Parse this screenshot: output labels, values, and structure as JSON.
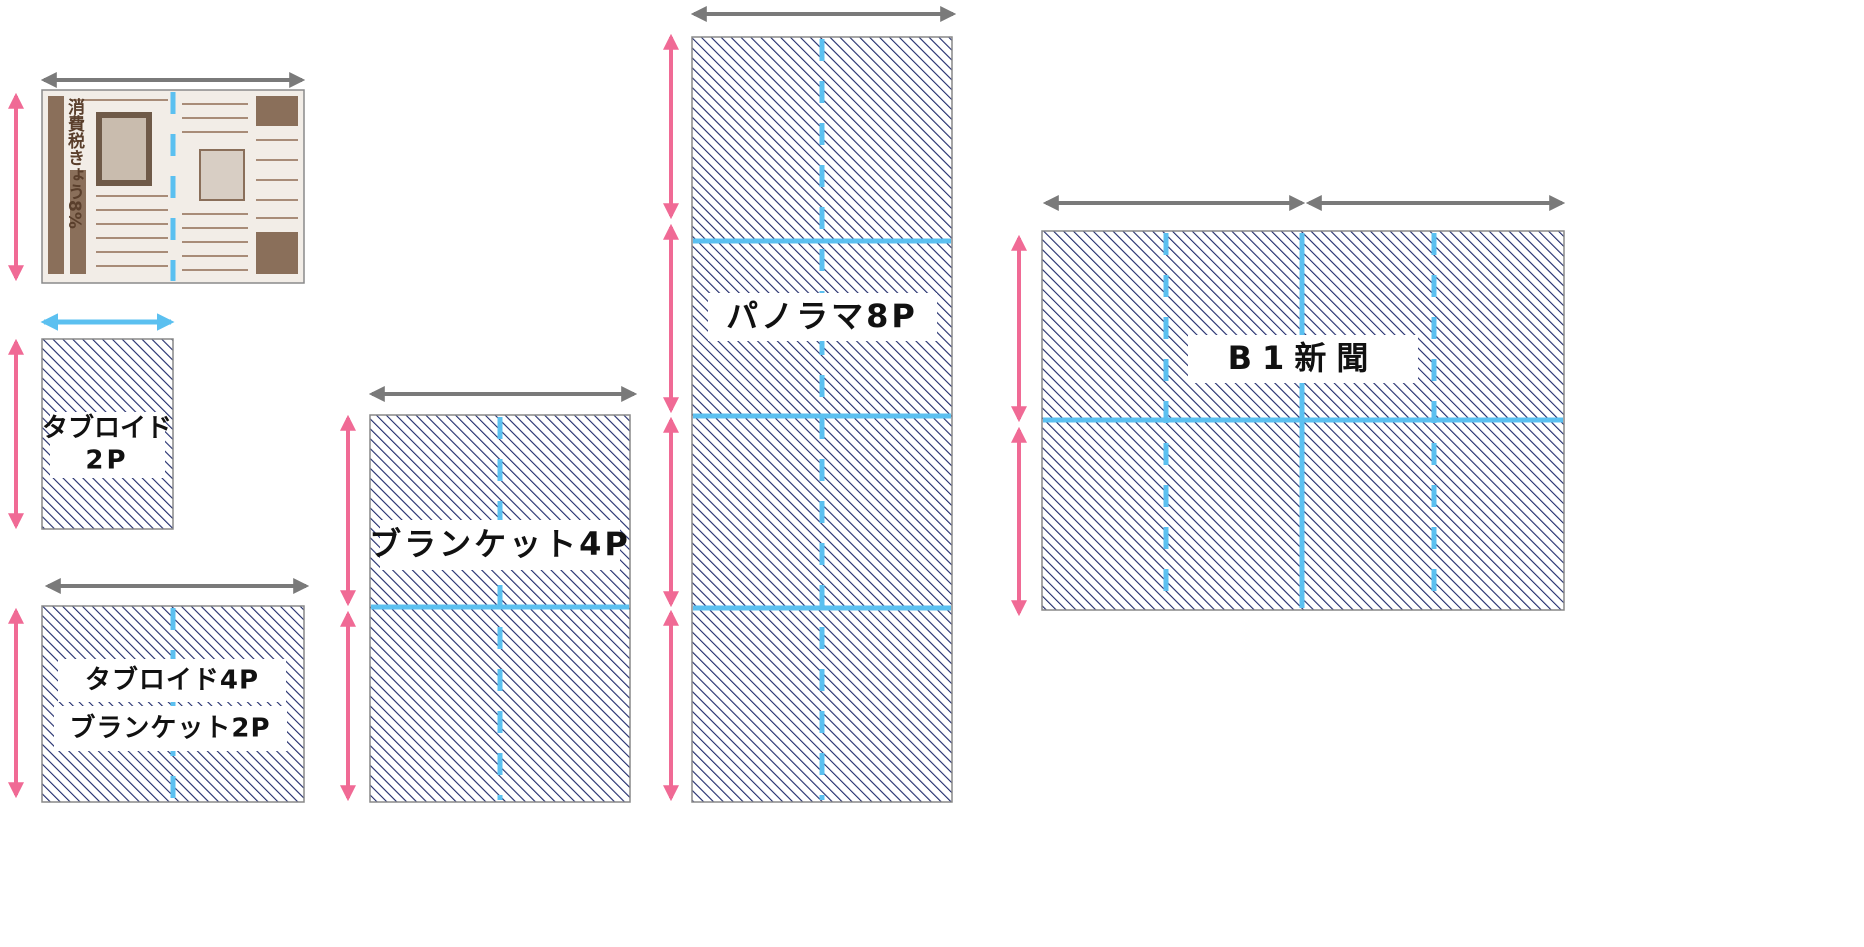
{
  "panels": {
    "newspaper_photo": {
      "icon": "newspaper-photo",
      "texts": [
        "消費税きょう8%"
      ]
    },
    "tabloid_2p": {
      "label_line1": "タブロイド",
      "label_line2": "2P"
    },
    "tabloid_4p_blanket_2p": {
      "label_line1": "タブロイド4P",
      "label_line2": "ブランケット2P"
    },
    "blanket_4p": {
      "label": "ブランケット4P"
    },
    "panorama_8p": {
      "label": "パノラマ8P"
    },
    "b1_newspaper": {
      "label": "B1新聞"
    }
  },
  "colors": {
    "hatch": "#1f2a6b",
    "fold_line": "#5bc0f0",
    "width_arrow": "#7a7a7a",
    "height_arrow": "#f06a95",
    "label_background": "#ffffff"
  }
}
